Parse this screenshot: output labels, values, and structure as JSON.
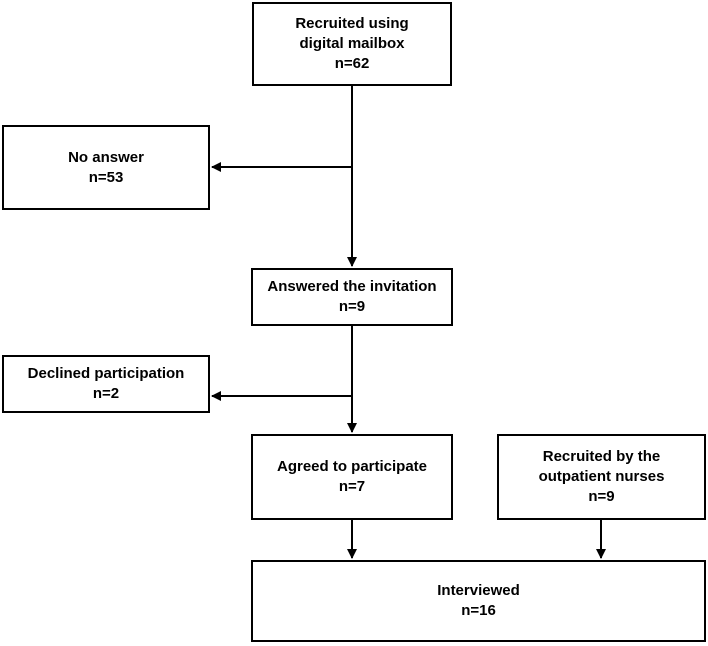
{
  "diagram": {
    "line_color": "#000000",
    "boxes": {
      "recruited_mailbox": {
        "lines": [
          "Recruited using",
          "digital mailbox"
        ],
        "count": "n=62"
      },
      "no_answer": {
        "lines": [
          "No answer"
        ],
        "count": "n=53"
      },
      "answered": {
        "lines": [
          "Answered the invitation"
        ],
        "count": "n=9"
      },
      "declined": {
        "lines": [
          "Declined participation"
        ],
        "count": "n=2"
      },
      "agreed": {
        "lines": [
          "Agreed to participate"
        ],
        "count": "n=7"
      },
      "recruited_nurses": {
        "lines": [
          "Recruited by the",
          "outpatient nurses"
        ],
        "count": "n=9"
      },
      "interviewed": {
        "lines": [
          "Interviewed"
        ],
        "count": "n=16"
      }
    }
  }
}
